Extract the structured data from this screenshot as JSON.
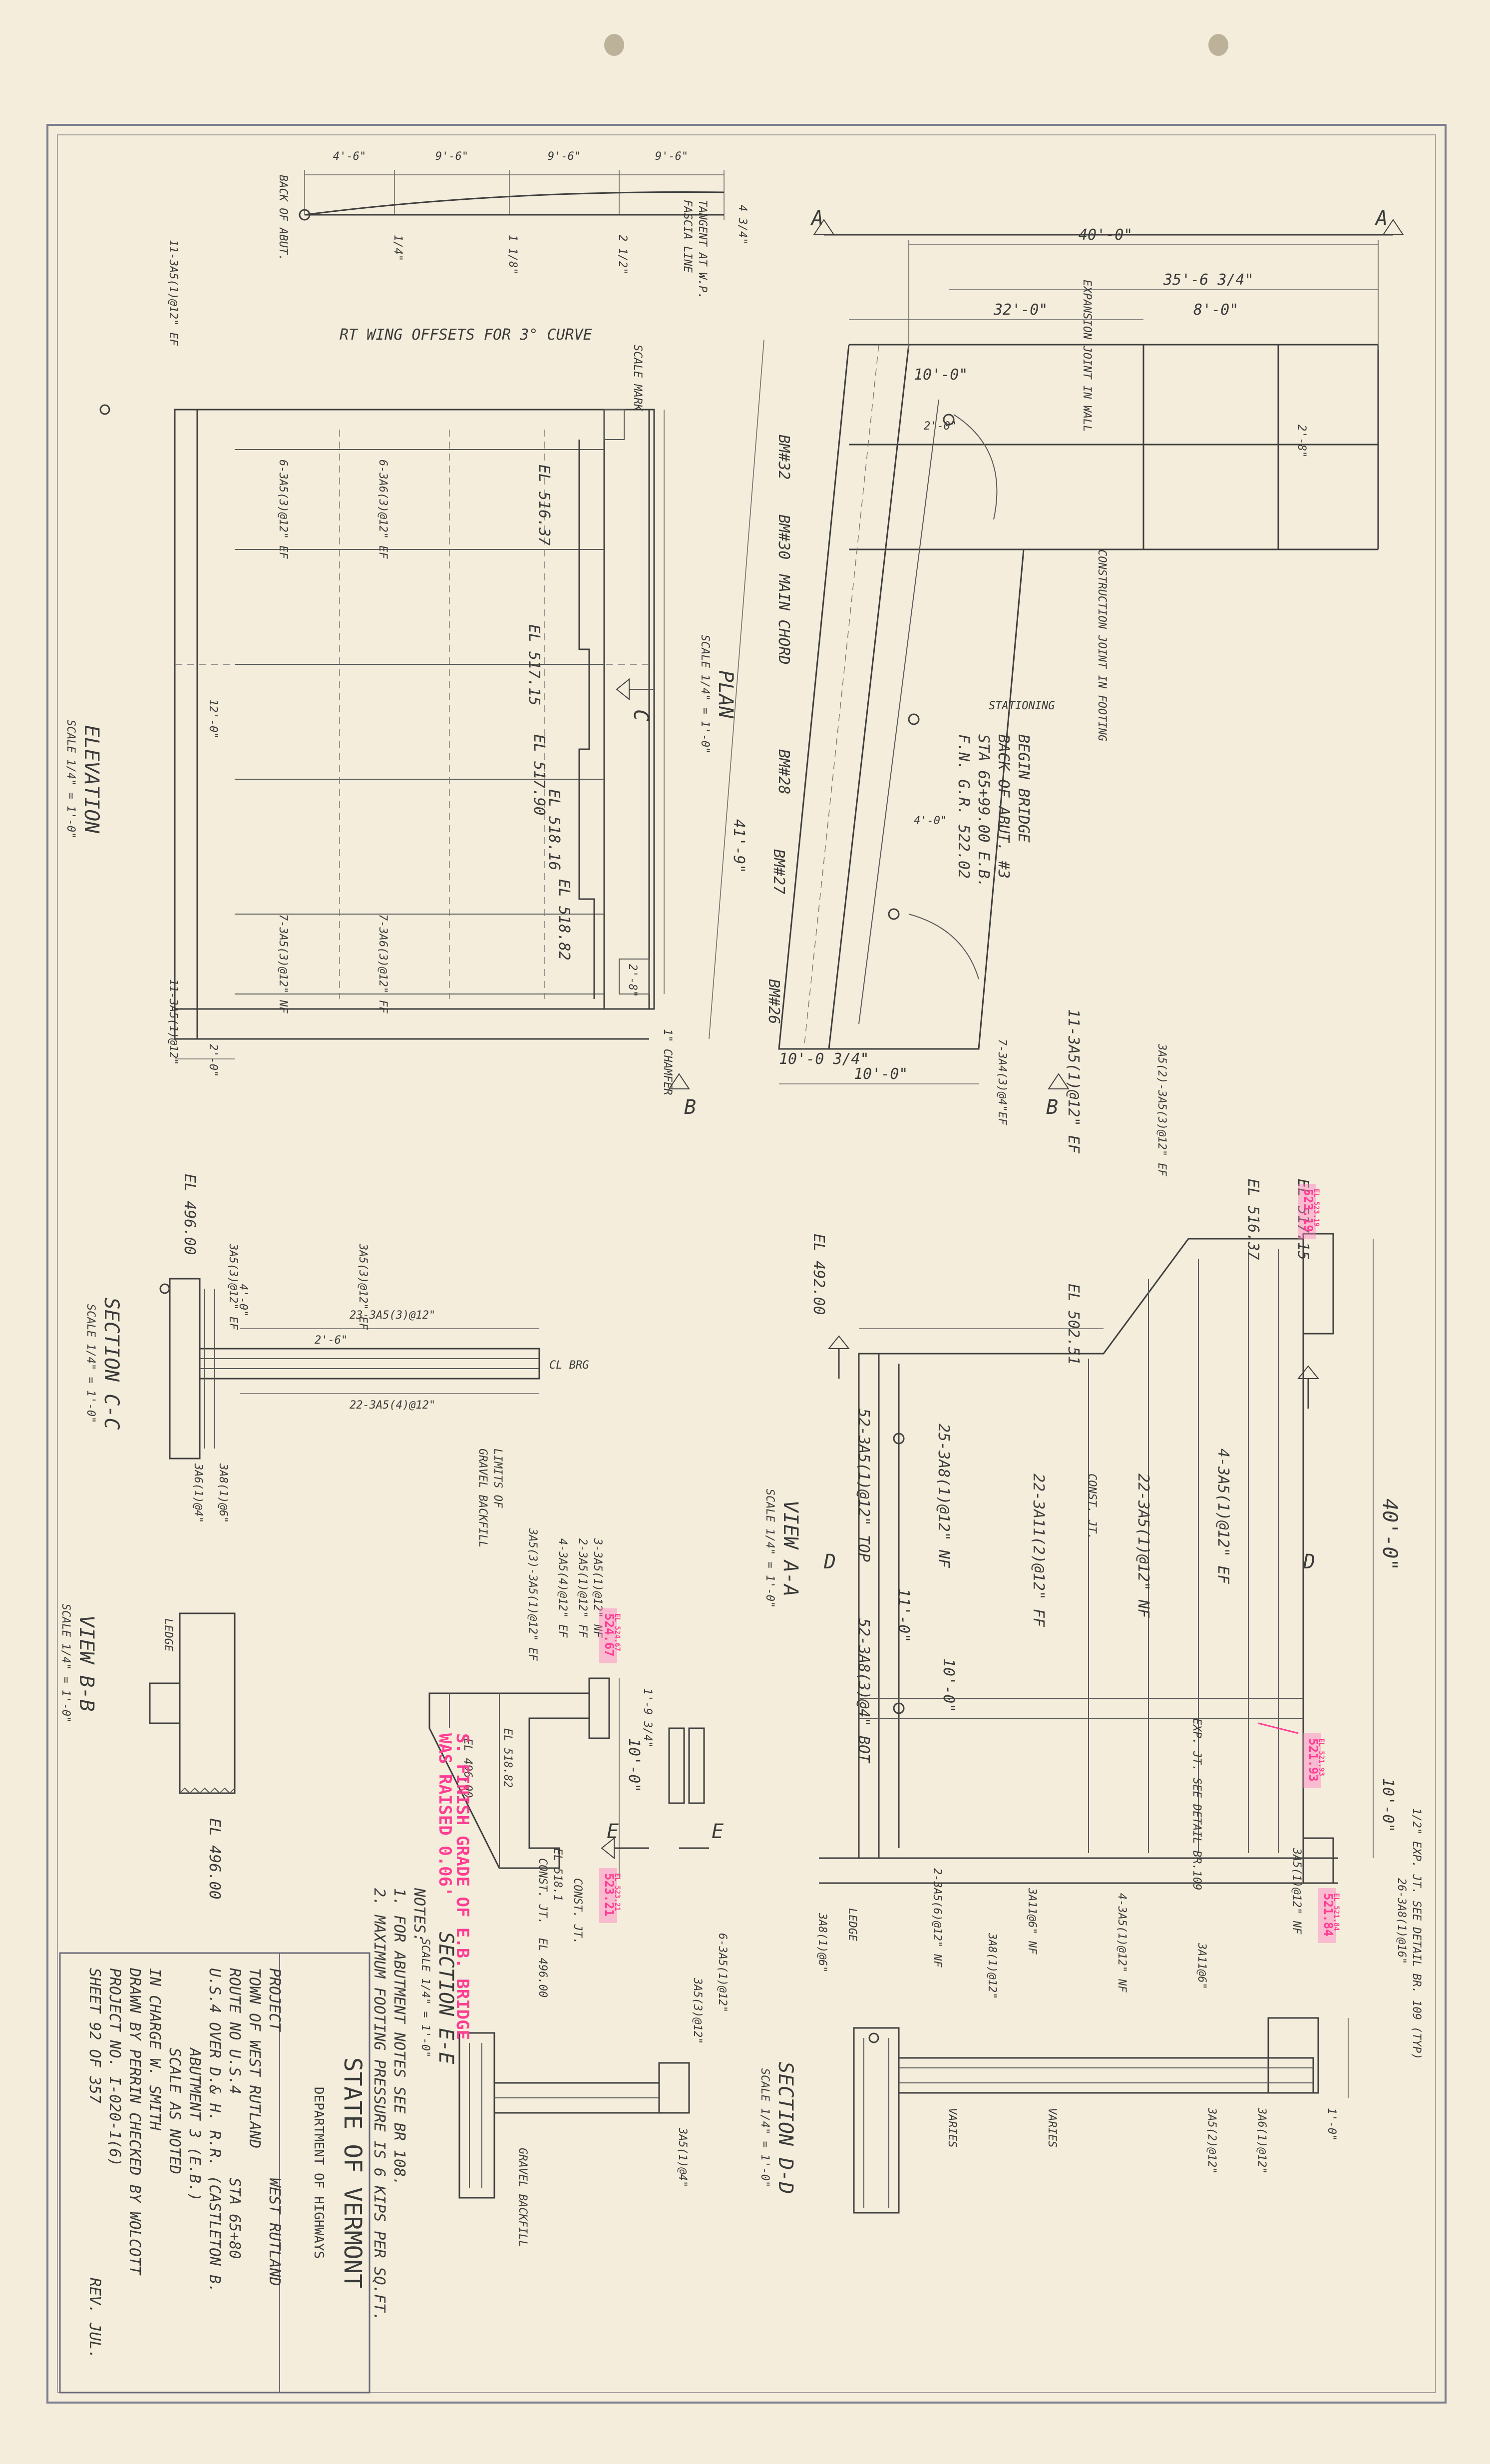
{
  "elevation": {
    "title": "ELEVATION",
    "scale": "SCALE 1/4\" = 1'-0\"",
    "el_bottom": "EL 496.00",
    "elevations": [
      "EL 516.37",
      "EL 517.15",
      "EL 517.90",
      "EL 518.16",
      "EL 518.82"
    ],
    "labels": [
      "6-3A5(3)@12\" EF",
      "6-3A6(3)@12\" EF",
      "7-3A5(3)@12\" NF",
      "7-3A6(3)@12\" FF",
      "11-3A5(1)@12\" EF",
      "11-3A5(1)@12\"",
      "2'-0\"",
      "12'-0\"",
      "1\" CHAMFER",
      "SCALE MARK",
      "2'-8\""
    ]
  },
  "wing_offsets": {
    "title": "RT WING OFFSETS FOR 3° CURVE",
    "dims": [
      "4'-6\"",
      "9'-6\"",
      "9'-6\"",
      "9'-6\""
    ],
    "labels": [
      "BACK OF ABUT.",
      "FASCIA LINE",
      "TANGENT AT W.P.",
      "1/4\"",
      "1 1/8\"",
      "2 1/2\"",
      "4 3/4\""
    ]
  },
  "plan": {
    "title": "PLAN",
    "scale": "SCALE 1/4\" = 1'-0\"",
    "section_mark_a": "A",
    "section_mark_b": "B",
    "section_mark_c": "C",
    "dims": [
      "40'-0\"",
      "35'-6 3/4\"",
      "32'-0\"",
      "8'-0\"",
      "10'-0\"",
      "41'-9\"",
      "10'-0\"",
      "10'-0 3/4\"",
      "4'-0\"",
      "2'-0\"",
      "2'-8\""
    ],
    "labels": [
      "EXPANSION JOINT IN WALL",
      "CONSTRUCTION JOINT IN FOOTING",
      "BEGIN BRIDGE",
      "BACK OF ABUT. #3",
      "STA 65+99.00 E.B.",
      "F.N. G.R. 522.02",
      "STATIONING",
      "MAIN CHORD",
      "BM#32",
      "BM#28",
      "BM#27",
      "BM#26",
      "BM#30",
      "7-3A4(3)@4\"EF"
    ]
  },
  "section_cc": {
    "title": "SECTION C-C",
    "scale": "SCALE 1/4\" = 1'-0\"",
    "labels": [
      "23-3A5(3)@12\"",
      "22-3A5(4)@12\"",
      "3A5(3)@12\" EF",
      "3A5(3)@12\" EF",
      "CL BRG",
      "GRAVEL BACKFILL",
      "LIMITS OF",
      "4'-0\"",
      "2'-6\"",
      "3A8(1)@6\"",
      "3A6(1)@4\""
    ]
  },
  "view_bb": {
    "title": "VIEW B-B",
    "scale": "SCALE 1/4\" = 1'-0\"",
    "labels": [
      "LEDGE",
      "EL 496.00"
    ]
  },
  "view_aa": {
    "title": "VIEW A-A",
    "scale": "SCALE 1/4\" = 1'-0\"",
    "dims": [
      "40'-0\"",
      "10'-0\"",
      "11'-0\"",
      "10'-0\""
    ],
    "labels": [
      "EL 492.00",
      "EL 502.51",
      "EL 516.37",
      "EL 517.15",
      "CONST. JT.",
      "22-3A11(2)@12\" FF",
      "22-3A5(1)@12\" NF",
      "4-3A5(1)@12\" EF",
      "25-3A8(1)@12\" NF",
      "52-3A5(1)@12\" TOP",
      "52-3A8(3)@4\" BOT",
      "2-3A5(6)@12\" NF",
      "3A11@6\" NF",
      "4-3A5(1)@12\" NF",
      "11-3A5(1)@12\" EF",
      "3A5(2)-3A5(3)@12\" EF",
      "EXP. JT. SEE DETAIL BR.109",
      "1/2\" EXP. JT. SEE DETAIL BR. 109 (TYP)",
      "26-3A8(1)@16\"",
      "3A5(1)@12\" NF"
    ]
  },
  "section_dd": {
    "title": "SECTION D-D",
    "scale": "SCALE 1/4\" = 1'-0\"",
    "labels": [
      "LEDGE",
      "VARIES",
      "3A8(1)@12\"",
      "3A8(1)@6\"",
      "3A11@6\"",
      "3A5(2)@12\"",
      "3A6(1)@12\"",
      "1'-0\""
    ]
  },
  "section_ee": {
    "title": "SECTION E-E",
    "scale": "SCALE 1/4\" = 1'-0\"",
    "labels": [
      "GRAVEL BACKFILL",
      "6-3A5(1)@12\"",
      "3A5(3)@12\"",
      "3A5(1)@4\"",
      "EL 518.1",
      "EL 496.00",
      "CONST. JT."
    ]
  },
  "wing_section": {
    "dims": [
      "10'-0\"",
      "1'-9 3/4\""
    ],
    "labels": [
      "EL 518.82",
      "EL 496.00",
      "CONST. JT.",
      "4-3A5(4)@12\" EF",
      "2-3A5(1)@12\" FF",
      "3-3A5(1)@12\" NF",
      "3A5(3)-3A5(1)@12\" EF"
    ]
  },
  "highlights": {
    "note_line1": "S. FINISH GRADE OF E.B. BRIDGE",
    "note_line2": "WAS RAISED 0.06'",
    "values": [
      "523.19",
      "524.67",
      "523.21",
      "521.93",
      "521.84"
    ],
    "sub_labels": [
      "EL 523.19",
      "EL 524.67",
      "EL 523.21",
      "EL 521.93",
      "EL 521.84"
    ]
  },
  "notes": {
    "title": "NOTES:",
    "items": [
      "1. FOR ABUTMENT NOTES SEE BR 108.",
      "2. MAXIMUM FOOTING PRESSURE IS 6 KIPS PER SQ.FT."
    ]
  },
  "title_block": {
    "state": "STATE OF VERMONT",
    "department": "DEPARTMENT OF HIGHWAYS",
    "project_label": "PROJECT",
    "project": "WEST RUTLAND",
    "town": "TOWN OF WEST RUTLAND",
    "route": "ROUTE NO U.S.4",
    "station": "STA 65+80",
    "crossing": "U.S.4 OVER D.& H. R.R. (CASTLETON B.",
    "sheet_item": "ABUTMENT 3 (E.B.)",
    "scale": "SCALE AS NOTED",
    "in_charge": "IN CHARGE W. SMITH",
    "drawn": "DRAWN BY PERRIN CHECKED BY WOLCOTT",
    "project_no": "PROJECT NO. I-020-1(6)",
    "sheet": "SHEET 92 OF 357",
    "rev": "REV. JUL."
  }
}
